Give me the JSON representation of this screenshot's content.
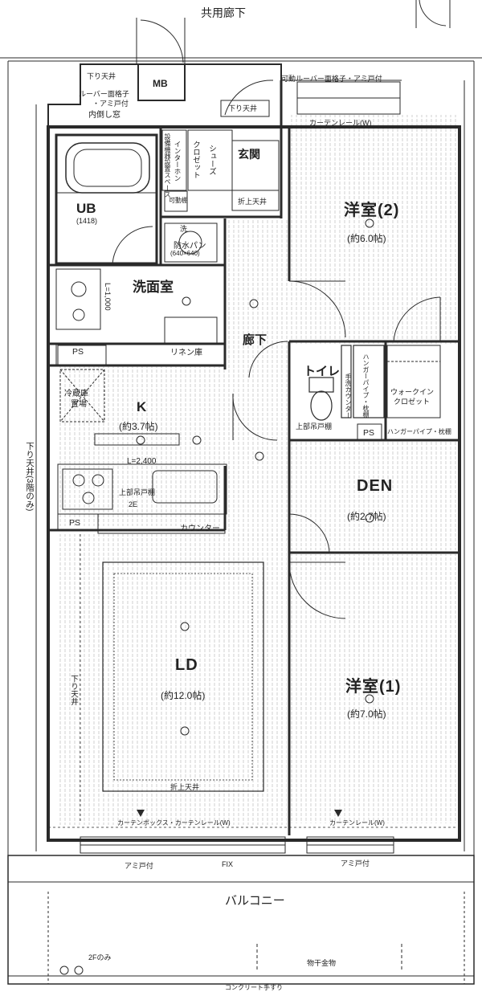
{
  "labels": {
    "corridor": "共用廊下",
    "mb": "MB",
    "drop_ceiling_top": "下り天井",
    "louver_door": "ルーバー面格子",
    "screen_door_small": "・アミ戸付",
    "inner_window": "内倒し窓",
    "drop_ceiling_entrance": "下り天井",
    "louver_top": "可動ルーバー面格子・アミ戸付",
    "curtain_rail_top": "カーテンレール(W)",
    "ub": "UB",
    "ub_size": "(1418)",
    "intercom": "インターホン",
    "security_space": "設備機器設置スペース",
    "closet": "クロゼット",
    "shoes": "シューズ",
    "movable_shelf": "可動棚",
    "entrance": "玄関",
    "folded_ceiling_entrance": "折上天井",
    "washer_pan": "防水パン",
    "washer_pan_size": "(640×640)",
    "washer_mark": "洗",
    "room2": "洋室(2)",
    "room2_size": "(約6.0帖)",
    "washroom": "洗面室",
    "l_1000": "L=1,000",
    "linen": "リネン庫",
    "ps1": "PS",
    "hallway": "廊下",
    "toilet": "トイレ",
    "toilet_shelf": "上部吊戸棚",
    "hanger_pipe_shelf": "ハンガーパイプ・枕棚",
    "walkin": "ウォークイン",
    "walkin2": "クロゼット",
    "ps2": "PS",
    "hanger_pipe2": "ハンガーパイプ・枕棚",
    "toilet_counter": "手洗カウンター",
    "fridge": "冷蔵庫",
    "fridge2": "置場",
    "k": "K",
    "k_size": "(約3.7帖)",
    "l_2400": "L=2,400",
    "kitchen_shelf": "上部吊戸棚",
    "kitchen_2e": "2E",
    "den": "DEN",
    "den_size": "(約2.7帖)",
    "ps3": "PS",
    "counter": "カウンター",
    "drop_ceiling_3f": "下り天井(3階のみ)",
    "drop_ceiling_ld": "下り天井",
    "ld": "LD",
    "ld_size": "(約12.0帖)",
    "room1": "洋室(1)",
    "room1_size": "(約7.0帖)",
    "folded_ceiling_ld": "折上天井",
    "curtain_box_ld": "カーテンボックス・カーテンレール(W)",
    "curtain_rail_r1": "カーテンレール(W)",
    "screen_door_l": "アミ戸付",
    "fix": "FIX",
    "screen_door_r": "アミ戸付",
    "balcony": "バルコニー",
    "second_floor_only": "2Fのみ",
    "laundry": "物干金物",
    "bottom_cut": "コンクリート手すり"
  },
  "colors": {
    "line": "#2a2a2a",
    "floor_hatch": "#bdbdbd",
    "wall_fill": "#ffffff",
    "paper": "#ffffff"
  }
}
